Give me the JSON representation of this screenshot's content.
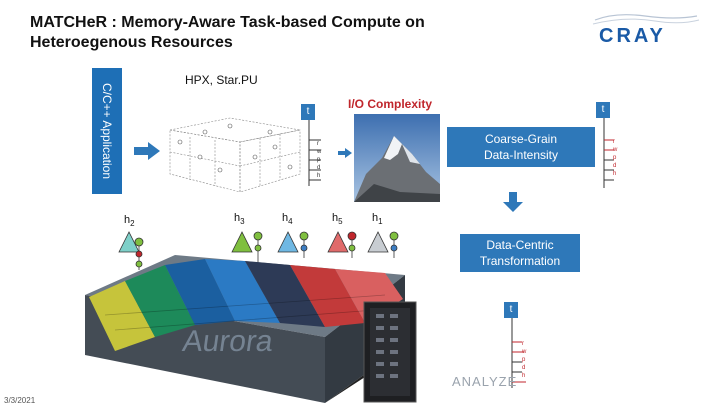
{
  "slide": {
    "title_line1": "MATCHeR : Memory-Aware Task-based Compute on",
    "title_line2": "Heteroegenous Resources",
    "logo_text": "CRAY",
    "sidebar_label": "C/C++ Application",
    "hpx_label": "HPX, Star.PU",
    "io_label": "I/O Complexity",
    "coarse_line1": "Coarse-Grain",
    "coarse_line2": "Data-Intensity",
    "dct_line1": "Data-Centric",
    "dct_line2": "Transformation",
    "date": "3/3/2021",
    "analyze": "ANALYZE",
    "rack_label": "Aurora",
    "timeline_t": "t",
    "timeline_letters": [
      "r",
      "w",
      "p",
      "d",
      "h"
    ],
    "hosts": [
      {
        "name": "h",
        "sub": "2"
      },
      {
        "name": "h",
        "sub": "3"
      },
      {
        "name": "h",
        "sub": "4"
      },
      {
        "name": "h",
        "sub": "5"
      },
      {
        "name": "h",
        "sub": "1"
      }
    ],
    "colors": {
      "accent_blue": "#2e78b9",
      "sidebar_blue": "#1e6fb6",
      "io_red": "#c0262c",
      "logo_blue": "#1a5aa6"
    }
  }
}
